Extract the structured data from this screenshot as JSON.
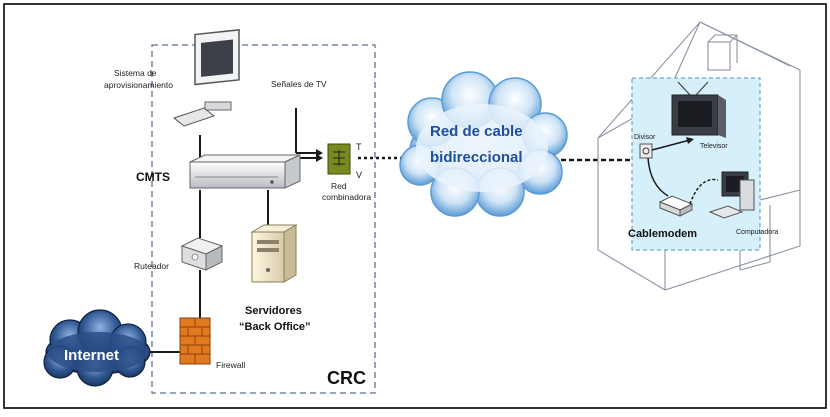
{
  "labels": {
    "provisioning": [
      "Sistema de",
      "aprovisionamiento"
    ],
    "tv_signals": "Señales de TV",
    "cmts": "CMTS",
    "combiner": [
      "Red",
      "combinadora"
    ],
    "combiner_ports": [
      "T",
      "V"
    ],
    "router": "Ruteador",
    "servers": [
      "Servidores",
      "“Back Office”"
    ],
    "firewall": "Firewall",
    "internet": "Internet",
    "crc": "CRC",
    "cable_network": [
      "Red de cable",
      "bidireccional"
    ],
    "splitter": "Divisor",
    "tv": "Televisor",
    "cablemodem": "Cablemodem",
    "computer": "Computadora"
  },
  "colors": {
    "cloud_blue": "#5b9bd5",
    "cloud_text": "#1f4e9a",
    "internet_cloud": "#1f3d6b",
    "home_panel": "#d6f0fb",
    "combiner": "#7a8a1e",
    "firewall": "#e2791f"
  }
}
